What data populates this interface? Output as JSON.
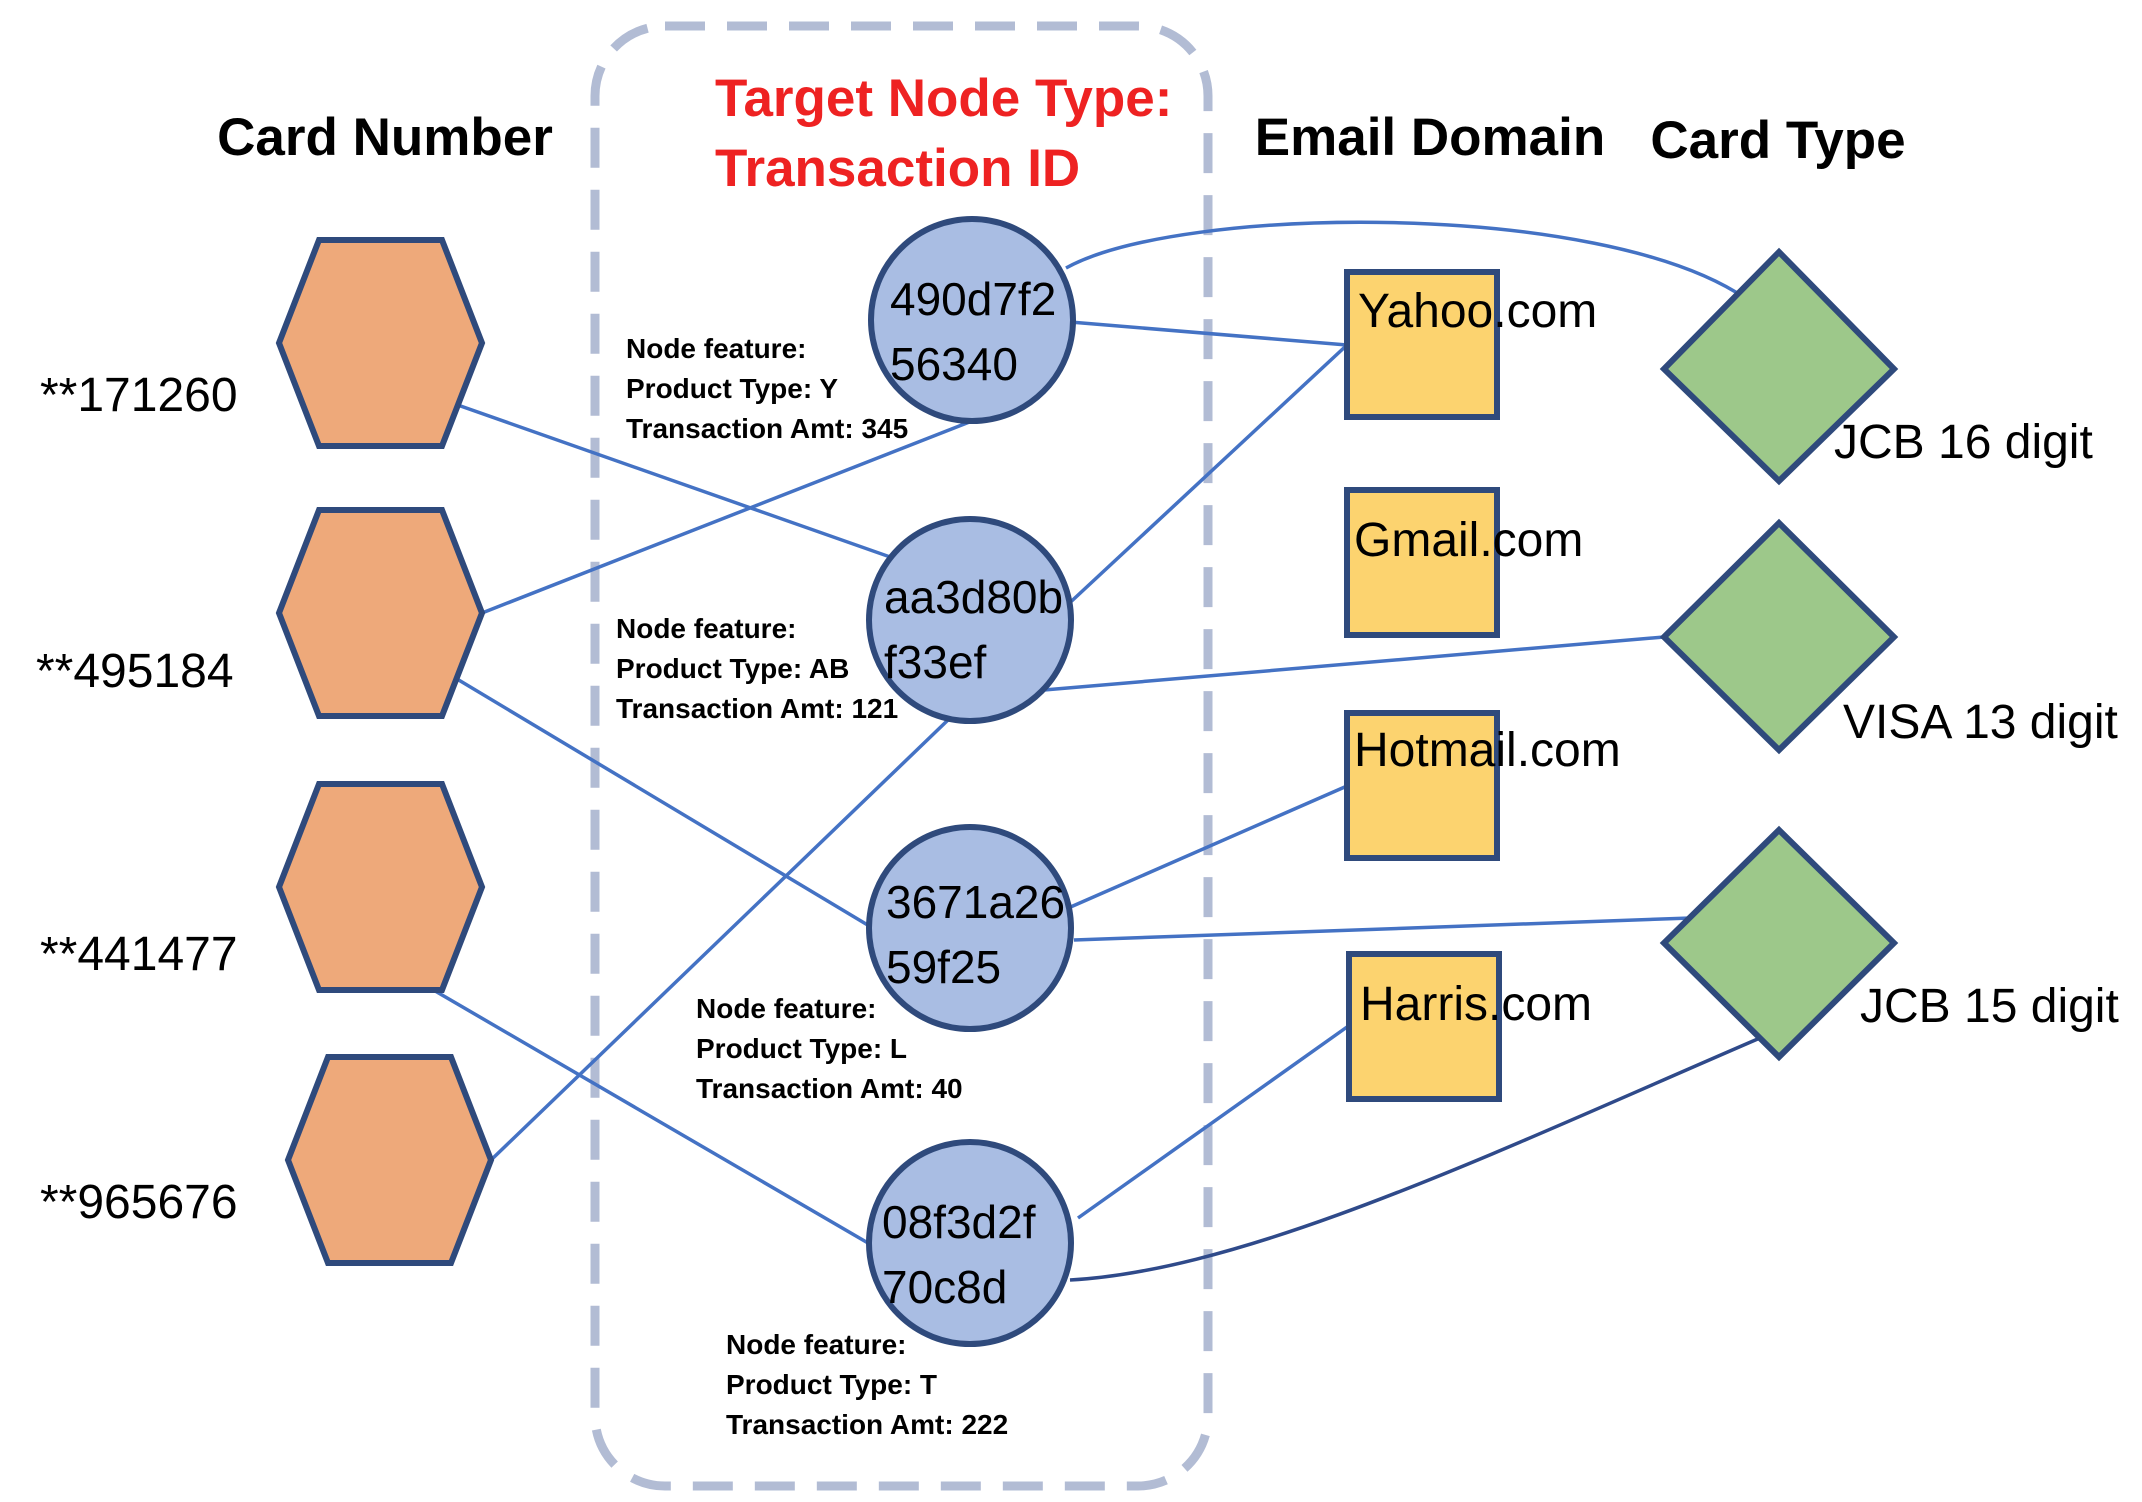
{
  "headers": {
    "card_number": "Card Number",
    "target_line1": "Target Node Type:",
    "target_line2": "Transaction ID",
    "email_domain": "Email Domain",
    "card_type": "Card Type"
  },
  "card_numbers": [
    "**171260",
    "**495184",
    "**441477",
    "**965676"
  ],
  "transactions": [
    {
      "id_line1": "490d7f2",
      "id_line2": "56340",
      "feature_title": "Node feature:",
      "product_type": "Product Type: Y",
      "amount": "Transaction Amt: 345"
    },
    {
      "id_line1": "aa3d80b",
      "id_line2": "f33ef",
      "feature_title": "Node feature:",
      "product_type": "Product Type: AB",
      "amount": "Transaction Amt: 121"
    },
    {
      "id_line1": "3671a26",
      "id_line2": "59f25",
      "feature_title": "Node feature:",
      "product_type": "Product Type: L",
      "amount": "Transaction Amt: 40"
    },
    {
      "id_line1": "08f3d2f",
      "id_line2": "70c8d",
      "feature_title": "Node feature:",
      "product_type": "Product Type: T",
      "amount": "Transaction Amt: 222"
    }
  ],
  "email_domains": [
    "Yahoo.com",
    "Gmail.com",
    "Hotmail.com",
    "Harris.com"
  ],
  "card_types": [
    "JCB 16 digit",
    "VISA 13 digit",
    "JCB 15 digit"
  ],
  "edges": [
    {
      "from": "card:0",
      "to": "txn:1"
    },
    {
      "from": "card:1",
      "to": "txn:0"
    },
    {
      "from": "card:1",
      "to": "txn:2"
    },
    {
      "from": "card:2",
      "to": "txn:3"
    },
    {
      "from": "card:3",
      "to": "txn:1"
    },
    {
      "from": "txn:0",
      "to": "email:0"
    },
    {
      "from": "txn:0",
      "to": "type:0"
    },
    {
      "from": "txn:1",
      "to": "email:0"
    },
    {
      "from": "txn:1",
      "to": "type:1"
    },
    {
      "from": "txn:2",
      "to": "email:2"
    },
    {
      "from": "txn:2",
      "to": "type:2"
    },
    {
      "from": "txn:3",
      "to": "email:3"
    },
    {
      "from": "txn:3",
      "to": "type:2"
    }
  ],
  "colors": {
    "edge": "#4472c4",
    "edge_dark": "#2f4a8a",
    "shape_border": "#2f4a7c",
    "card_fill": "#eea97a",
    "txn_fill": "#a9bde3",
    "email_fill": "#fcd36f",
    "type_fill": "#9dc88a",
    "target_title": "#ee2222",
    "dashed_box": "#b2bcd4"
  }
}
